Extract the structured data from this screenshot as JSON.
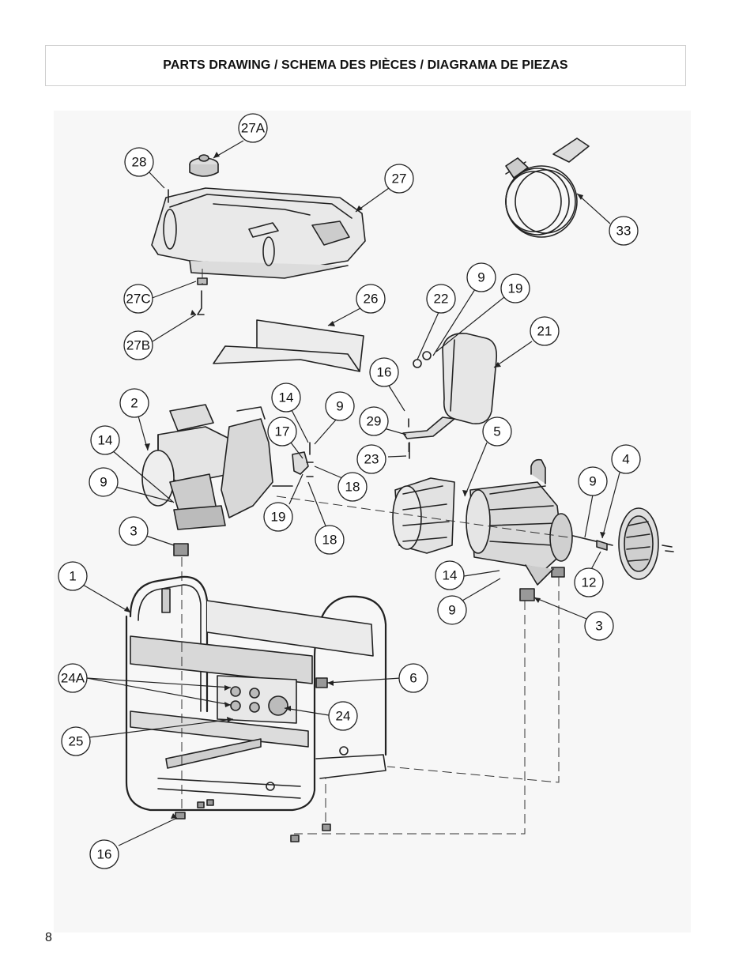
{
  "header": {
    "title": "PARTS DRAWING / SCHEMA DES PIÈCES / DIAGRAMA DE PIEZAS"
  },
  "page": {
    "number": "8"
  },
  "callouts": [
    {
      "id": "27A",
      "label": "27A"
    },
    {
      "id": "28",
      "label": "28"
    },
    {
      "id": "27",
      "label": "27"
    },
    {
      "id": "33",
      "label": "33"
    },
    {
      "id": "27C",
      "label": "27C"
    },
    {
      "id": "27B",
      "label": "27B"
    },
    {
      "id": "26",
      "label": "26"
    },
    {
      "id": "9a",
      "label": "9"
    },
    {
      "id": "22",
      "label": "22"
    },
    {
      "id": "19a",
      "label": "19"
    },
    {
      "id": "21",
      "label": "21"
    },
    {
      "id": "16a",
      "label": "16"
    },
    {
      "id": "2",
      "label": "2"
    },
    {
      "id": "14a",
      "label": "14"
    },
    {
      "id": "9b",
      "label": "9"
    },
    {
      "id": "29",
      "label": "29"
    },
    {
      "id": "17",
      "label": "17"
    },
    {
      "id": "14b",
      "label": "14"
    },
    {
      "id": "9c",
      "label": "9"
    },
    {
      "id": "5",
      "label": "5"
    },
    {
      "id": "14c",
      "label": "14"
    },
    {
      "id": "23",
      "label": "23"
    },
    {
      "id": "9d",
      "label": "9"
    },
    {
      "id": "18a",
      "label": "18"
    },
    {
      "id": "4",
      "label": "4"
    },
    {
      "id": "9e",
      "label": "9"
    },
    {
      "id": "3a",
      "label": "3"
    },
    {
      "id": "19b",
      "label": "19"
    },
    {
      "id": "18b",
      "label": "18"
    },
    {
      "id": "1",
      "label": "1"
    },
    {
      "id": "14d",
      "label": "14"
    },
    {
      "id": "12",
      "label": "12"
    },
    {
      "id": "9f",
      "label": "9"
    },
    {
      "id": "3b",
      "label": "3"
    },
    {
      "id": "6",
      "label": "6"
    },
    {
      "id": "24A",
      "label": "24A"
    },
    {
      "id": "24",
      "label": "24"
    },
    {
      "id": "25",
      "label": "25"
    },
    {
      "id": "16b",
      "label": "16"
    }
  ]
}
